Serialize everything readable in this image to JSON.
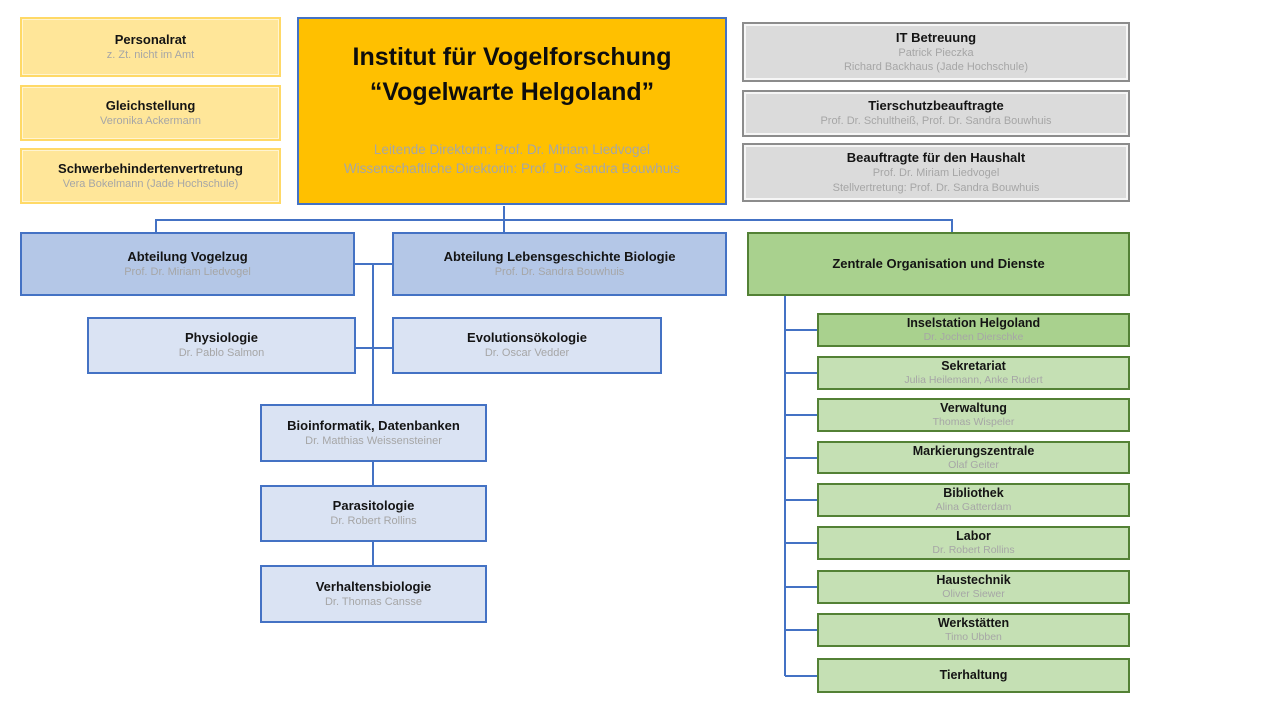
{
  "title_box": {
    "line1": "Institut für Vogelforschung",
    "line2": "“Vogelwarte Helgoland”",
    "sub1": "Leitende Direktorin: Prof. Dr. Miriam Liedvogel",
    "sub2": "Wissenschaftliche Direktorin: Prof. Dr. Sandra Bouwhuis"
  },
  "left_column": [
    {
      "title": "Personalrat",
      "person": "z. Zt. nicht im Amt"
    },
    {
      "title": "Gleichstellung",
      "person": "Veronika Ackermann"
    },
    {
      "title": "Schwerbehindertenvertretung",
      "person": "Vera Bokelmann (Jade Hochschule)"
    }
  ],
  "right_column": [
    {
      "title": "IT Betreuung",
      "line1": "Patrick Pieczka",
      "line2": "Richard Backhaus (Jade Hochschule)"
    },
    {
      "title": "Tierschutzbeauftragte",
      "line1": "Prof. Dr. Schultheiß, Prof. Dr. Sandra Bouwhuis"
    },
    {
      "title": "Beauftragte für den Haushalt",
      "line1": "Prof. Dr. Miriam Liedvogel",
      "line2": "Stellvertretung: Prof. Dr. Sandra Bouwhuis"
    }
  ],
  "departments": [
    {
      "title": "Abteilung Vogelzug",
      "person": "Prof. Dr. Miriam Liedvogel"
    },
    {
      "title": "Abteilung Lebensgeschichte Biologie",
      "person": "Prof. Dr. Sandra Bouwhuis"
    },
    {
      "title": "Zentrale Organisation und Dienste"
    }
  ],
  "research_groups": [
    {
      "title": "Physiologie",
      "person": "Dr. Pablo Salmon"
    },
    {
      "title": "Evolutionsökologie",
      "person": "Dr. Oscar Vedder"
    },
    {
      "title": "Bioinformatik, Datenbanken",
      "person": "Dr. Matthias Weissensteiner"
    },
    {
      "title": "Parasitologie",
      "person": "Dr. Robert Rollins"
    },
    {
      "title": "Verhaltensbiologie",
      "person": "Dr. Thomas Cansse"
    }
  ],
  "central_units": [
    {
      "title": "Inselstation Helgoland",
      "person": "Dr. Jochen Dierschke"
    },
    {
      "title": "Sekretariat",
      "person": "Julia Heilemann, Anke Rudert"
    },
    {
      "title": "Verwaltung",
      "person": "Thomas Wispeler"
    },
    {
      "title": "Markierungszentrale",
      "person": "Olaf Geiter"
    },
    {
      "title": "Bibliothek",
      "person": "Alina Gatterdam"
    },
    {
      "title": "Labor",
      "person": "Dr. Robert Rollins"
    },
    {
      "title": "Haustechnik",
      "person": "Oliver Siewer"
    },
    {
      "title": "Werkstätten",
      "person": "Timo Ubben"
    },
    {
      "title": "Tierhaltung"
    }
  ],
  "colors": {
    "connector_blue": "#4472C4",
    "yellow_fill": "#FFE699",
    "yellow_border": "#FFD966",
    "orange_fill": "#FFC000",
    "gray_fill": "#DBDBDB",
    "gray_border": "#8C8C8C",
    "blue_fill": "#B4C7E7",
    "lightblue_fill": "#DAE3F3",
    "green_dark_fill": "#A9D18E",
    "green_light_fill": "#C5E0B4",
    "green_border": "#538135",
    "person_text_gray": "#A6A6A6"
  }
}
